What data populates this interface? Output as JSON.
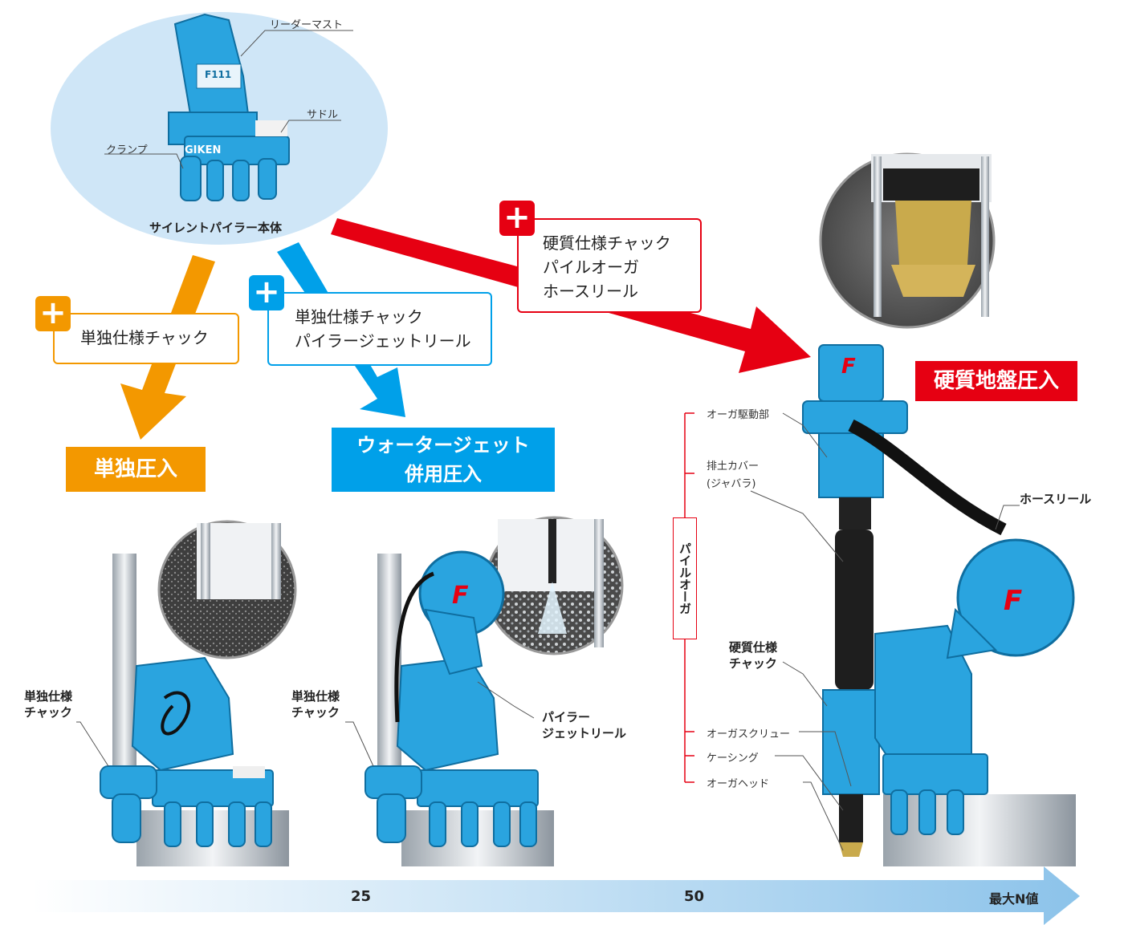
{
  "colors": {
    "orange": "#f39800",
    "blue": "#00a0e9",
    "red": "#e60012",
    "machine_blue": "#2aa4df",
    "ellipse": "#cfe6f7"
  },
  "base_machine": {
    "title": "サイレントパイラー本体",
    "parts": {
      "leader_mast": "リーダーマスト",
      "saddle": "サドル",
      "clamp": "クランプ"
    },
    "brand": "GIKEN",
    "model": "F111"
  },
  "paths": [
    {
      "color": "orange",
      "additions": [
        "単独仕様チャック"
      ],
      "result": "単独圧入",
      "callout": "単独仕様\nチャック"
    },
    {
      "color": "blue",
      "additions": [
        "単独仕様チャック",
        "パイラージェットリール"
      ],
      "result_lines": [
        "ウォータージェット",
        "併用圧入"
      ],
      "callouts": [
        "単独仕様\nチャック",
        "パイラー\nジェットリール"
      ]
    },
    {
      "color": "red",
      "additions": [
        "硬質仕様チャック",
        "パイルオーガ",
        "ホースリール"
      ],
      "result": "硬質地盤圧入"
    }
  ],
  "labels": {
    "orange_chuck_1": "単独仕様",
    "orange_chuck_2": "チャック",
    "blue_chuck_1": "単独仕様",
    "blue_chuck_2": "チャック",
    "jet_reel_1": "パイラー",
    "jet_reel_2": "ジェットリール",
    "hard_chuck_1": "硬質仕様",
    "hard_chuck_2": "チャック",
    "hose_reel": "ホースリール",
    "pile_auger": "パイルオーガ",
    "auger_drive": "オーガ駆動部",
    "soil_cover_1": "排土カバー",
    "soil_cover_2": "(ジャバラ)",
    "auger_screw": "オーガスクリュー",
    "casing": "ケーシング",
    "auger_head": "オーガヘッド"
  },
  "axis": {
    "ticks": [
      "25",
      "50"
    ],
    "label": "最大N値"
  }
}
